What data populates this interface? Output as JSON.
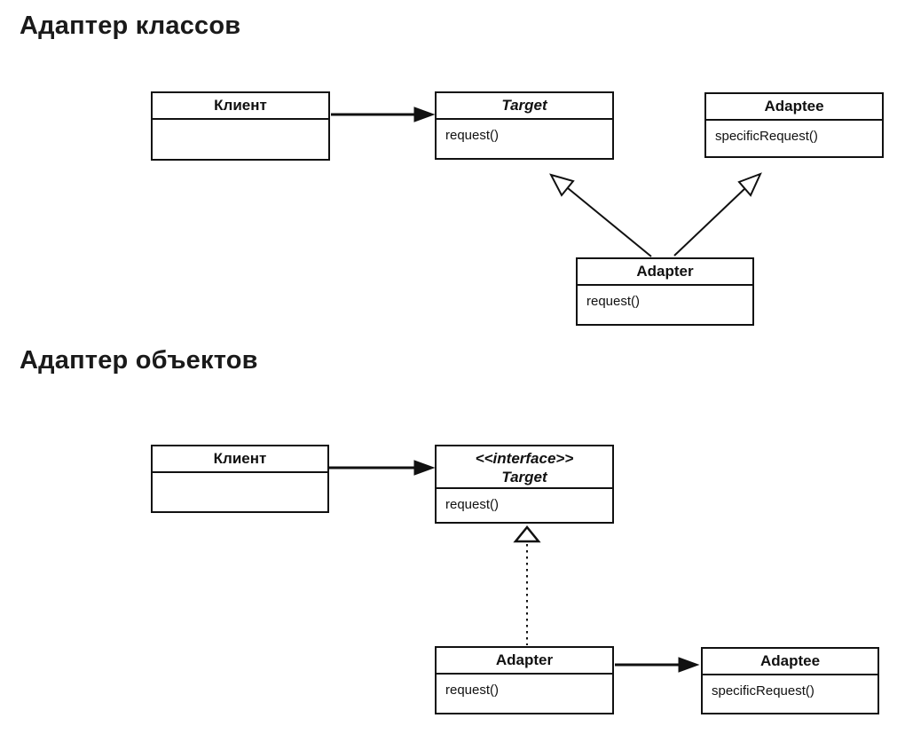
{
  "colors": {
    "background": "#ffffff",
    "line": "#111111"
  },
  "sections": {
    "class_adapter": {
      "title": "Адаптер классов",
      "nodes": {
        "client": {
          "name": "Клиент",
          "method": ""
        },
        "target": {
          "name": "Target",
          "abstract": true,
          "method": "request()"
        },
        "adaptee": {
          "name": "Adaptee",
          "method": "specificRequest()"
        },
        "adapter": {
          "name": "Adapter",
          "method": "request()"
        }
      },
      "edges": [
        {
          "from": "client",
          "to": "target",
          "type": "association-arrow"
        },
        {
          "from": "adapter",
          "to": "target",
          "type": "generalization"
        },
        {
          "from": "adapter",
          "to": "adaptee",
          "type": "generalization"
        }
      ]
    },
    "object_adapter": {
      "title": "Адаптер объектов",
      "nodes": {
        "client": {
          "name": "Клиент",
          "method": ""
        },
        "target": {
          "stereotype": "<<interface>>",
          "name": "Target",
          "method": "request()"
        },
        "adapter": {
          "name": "Adapter",
          "method": "request()"
        },
        "adaptee": {
          "name": "Adaptee",
          "method": "specificRequest()"
        }
      },
      "edges": [
        {
          "from": "client",
          "to": "target",
          "type": "association-arrow"
        },
        {
          "from": "adapter",
          "to": "target",
          "type": "realization-dashed"
        },
        {
          "from": "adapter",
          "to": "adaptee",
          "type": "association-arrow"
        }
      ]
    }
  }
}
